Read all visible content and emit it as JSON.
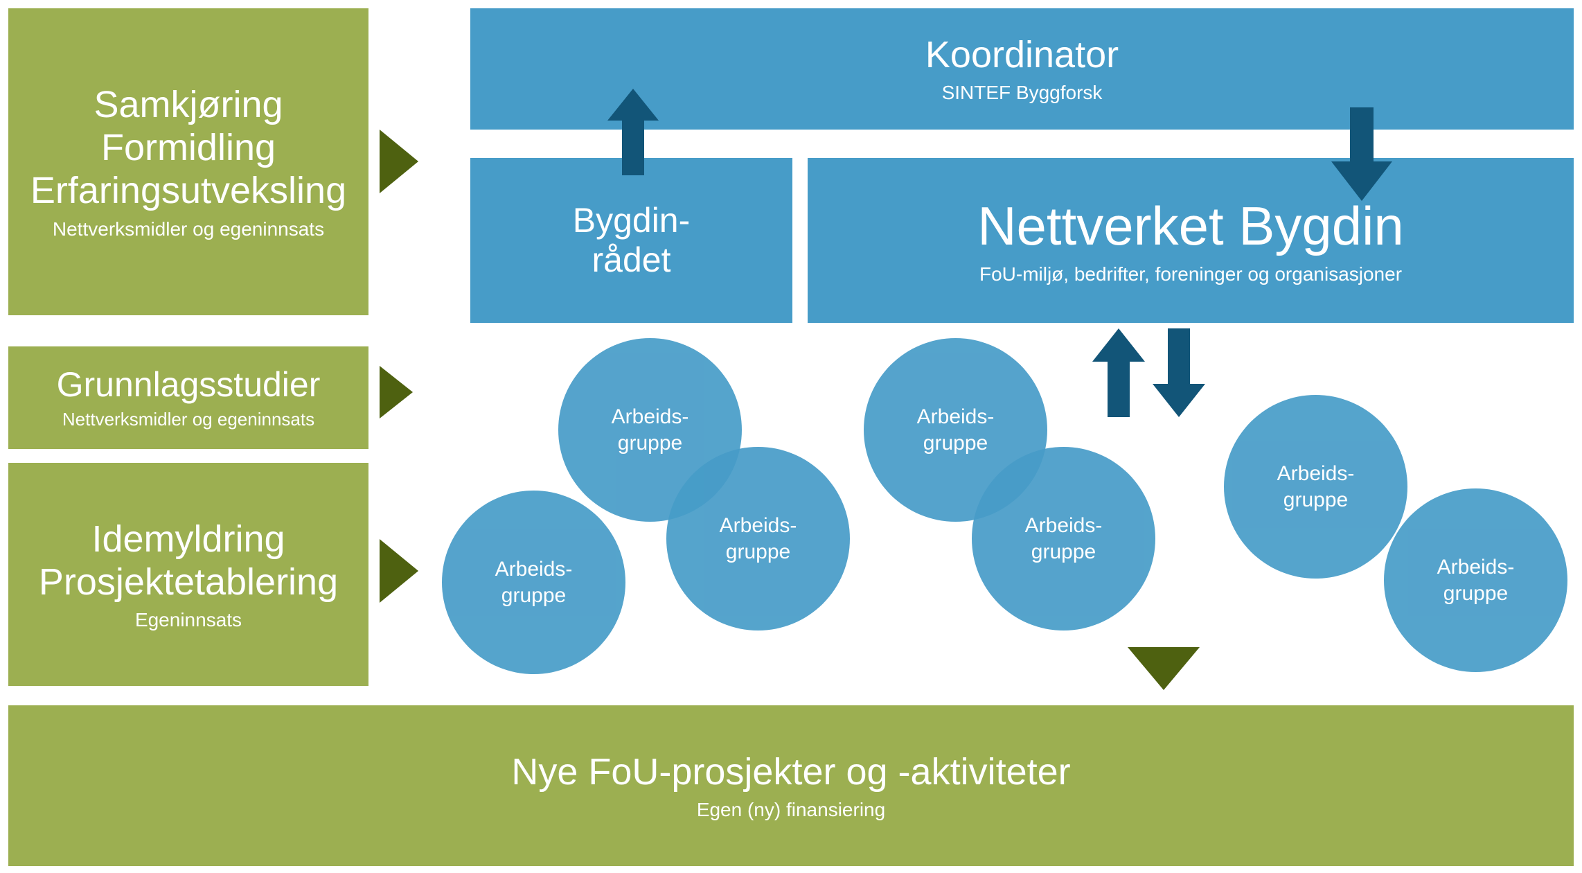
{
  "diagram": {
    "colors": {
      "green": "#9CAF51",
      "dark_green": "#4E6110",
      "blue": "#479CC8",
      "dark_blue": "#125578",
      "text": "#FFFFFF",
      "background": "#FFFFFF"
    },
    "left_column": [
      {
        "id": "samkjoring",
        "lines": [
          "Samkjøring",
          "Formidling",
          "Erfaringsutveksling"
        ],
        "subtitle": "Nettverksmidler og egeninnsats"
      },
      {
        "id": "grunnlagsstudier",
        "lines": [
          "Grunnlagsstudier"
        ],
        "subtitle": "Nettverksmidler og egeninnsats"
      },
      {
        "id": "idemyldring",
        "lines": [
          "Idemyldring",
          "Prosjektetablering"
        ],
        "subtitle": "Egeninnsats"
      }
    ],
    "coordinator": {
      "title": "Koordinator",
      "subtitle": "SINTEF Byggforsk"
    },
    "council": {
      "line1": "Bygdin-",
      "line2": "rådet"
    },
    "network": {
      "title": "Nettverket Bygdin",
      "subtitle": "FoU-miljø, bedrifter, foreninger og organisasjoner"
    },
    "work_groups": {
      "line1": "Arbeids-",
      "line2": "gruppe",
      "count": 7
    },
    "bottom_bar": {
      "title": "Nye FoU-prosjekter og -aktiviteter",
      "subtitle": "Egen (ny) finansiering"
    },
    "arrows": {
      "up_to_coordinator": "up-arrow",
      "down_to_network": "down-arrow",
      "exchange_up": "up-arrow",
      "exchange_down": "down-arrow",
      "flow_1": "right-triangle",
      "flow_2": "right-triangle",
      "flow_3": "right-triangle",
      "to_results": "down-triangle"
    }
  }
}
